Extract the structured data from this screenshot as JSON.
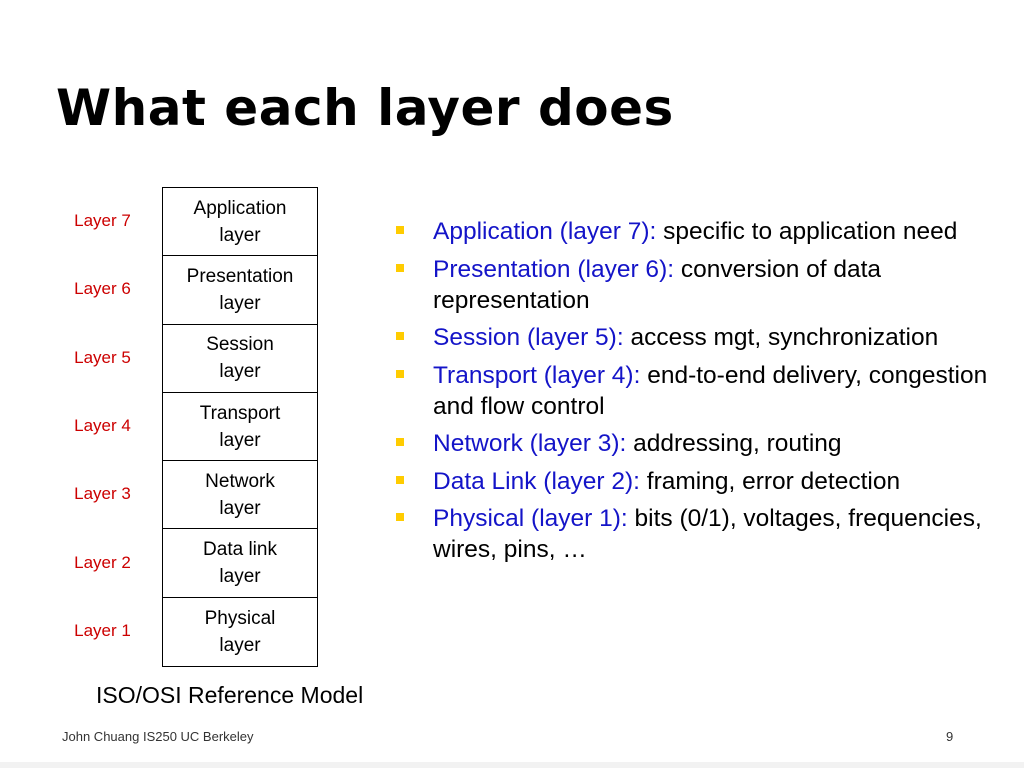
{
  "slide": {
    "title": "What each layer does"
  },
  "diagram": {
    "layers": [
      {
        "label": "Layer 7",
        "name_line1": "Application",
        "name_line2": "layer"
      },
      {
        "label": "Layer 6",
        "name_line1": "Presentation",
        "name_line2": "layer"
      },
      {
        "label": "Layer 5",
        "name_line1": "Session",
        "name_line2": "layer"
      },
      {
        "label": "Layer 4",
        "name_line1": "Transport",
        "name_line2": "layer"
      },
      {
        "label": "Layer 3",
        "name_line1": "Network",
        "name_line2": "layer"
      },
      {
        "label": "Layer 2",
        "name_line1": "Data link",
        "name_line2": "layer"
      },
      {
        "label": "Layer 1",
        "name_line1": "Physical",
        "name_line2": "layer"
      }
    ],
    "caption": "ISO/OSI Reference Model"
  },
  "bullets": [
    {
      "term": "Application (layer 7):",
      "desc": " specific to application need"
    },
    {
      "term": "Presentation (layer 6):",
      "desc": " conversion of data representation"
    },
    {
      "term": "Session (layer 5):",
      "desc": " access mgt, synchronization"
    },
    {
      "term": "Transport (layer 4):",
      "desc": " end-to-end delivery, congestion and flow control"
    },
    {
      "term": "Network (layer 3):",
      "desc": " addressing, routing"
    },
    {
      "term": "Data Link (layer 2):",
      "desc": " framing, error detection"
    },
    {
      "term": "Physical (layer 1):",
      "desc": " bits (0/1), voltages, frequencies, wires, pins, …"
    }
  ],
  "footer": {
    "left": "John Chuang IS250 UC Berkeley",
    "page_number": "9"
  },
  "colors": {
    "term": "#1414c8",
    "layer_label": "#cc0000",
    "bullet": "#ffcc00"
  }
}
